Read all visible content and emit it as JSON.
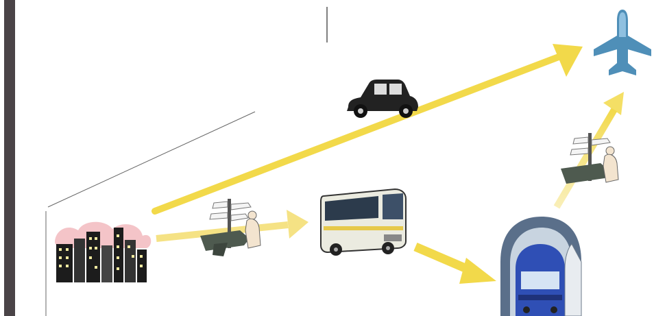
{
  "diagram": {
    "type": "transport-route-illustration",
    "nodes": [
      {
        "id": "city",
        "icon": "city-skyline-icon"
      },
      {
        "id": "signpost-1",
        "icon": "signpost-person-icon"
      },
      {
        "id": "bus",
        "icon": "bus-icon"
      },
      {
        "id": "train",
        "icon": "train-tunnel-icon"
      },
      {
        "id": "signpost-2",
        "icon": "signpost-person-icon"
      },
      {
        "id": "car",
        "icon": "vintage-car-icon"
      },
      {
        "id": "airport",
        "icon": "airplane-icon"
      }
    ],
    "routes": [
      {
        "from": "city",
        "to": "airport",
        "via": "car"
      },
      {
        "from": "city",
        "to": "bus",
        "via": "signpost-1"
      },
      {
        "from": "bus",
        "to": "train"
      },
      {
        "from": "train",
        "to": "airport",
        "via": "signpost-2"
      }
    ],
    "colors": {
      "arrow": "#f2d94a",
      "arrow_light": "#f7e89a",
      "left_bar": "#4a4447",
      "plane": "#4f8fb8",
      "sky": "#f4c4c8",
      "tunnel": "#5a6f8a",
      "train": "#2f4fb5"
    }
  }
}
